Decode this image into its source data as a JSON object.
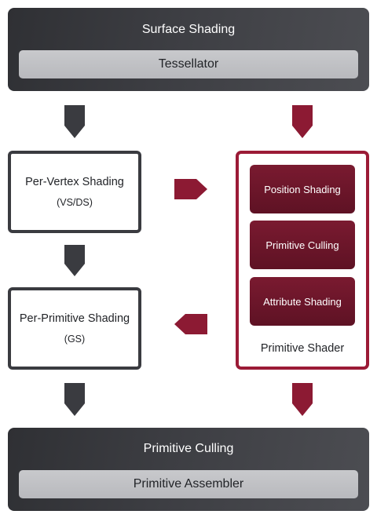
{
  "top_block": {
    "title": "Surface Shading",
    "bar": "Tessellator"
  },
  "left_column": [
    {
      "line1": "Per-Vertex Shading",
      "line2": "(VS/DS)"
    },
    {
      "line1": "Per-Primitive Shading",
      "line2": "(GS)"
    }
  ],
  "primitive_shader": {
    "items": [
      "Position Shading",
      "Primitive Culling",
      "Attribute Shading"
    ],
    "caption": "Primitive Shader"
  },
  "bottom_block": {
    "title": "Primitive Culling",
    "bar": "Primitive Assembler"
  },
  "colors": {
    "dark": "#3a3b40",
    "red": "#8c1a33",
    "red_border": "#9b1b36",
    "bar": "#bfc0c3"
  }
}
